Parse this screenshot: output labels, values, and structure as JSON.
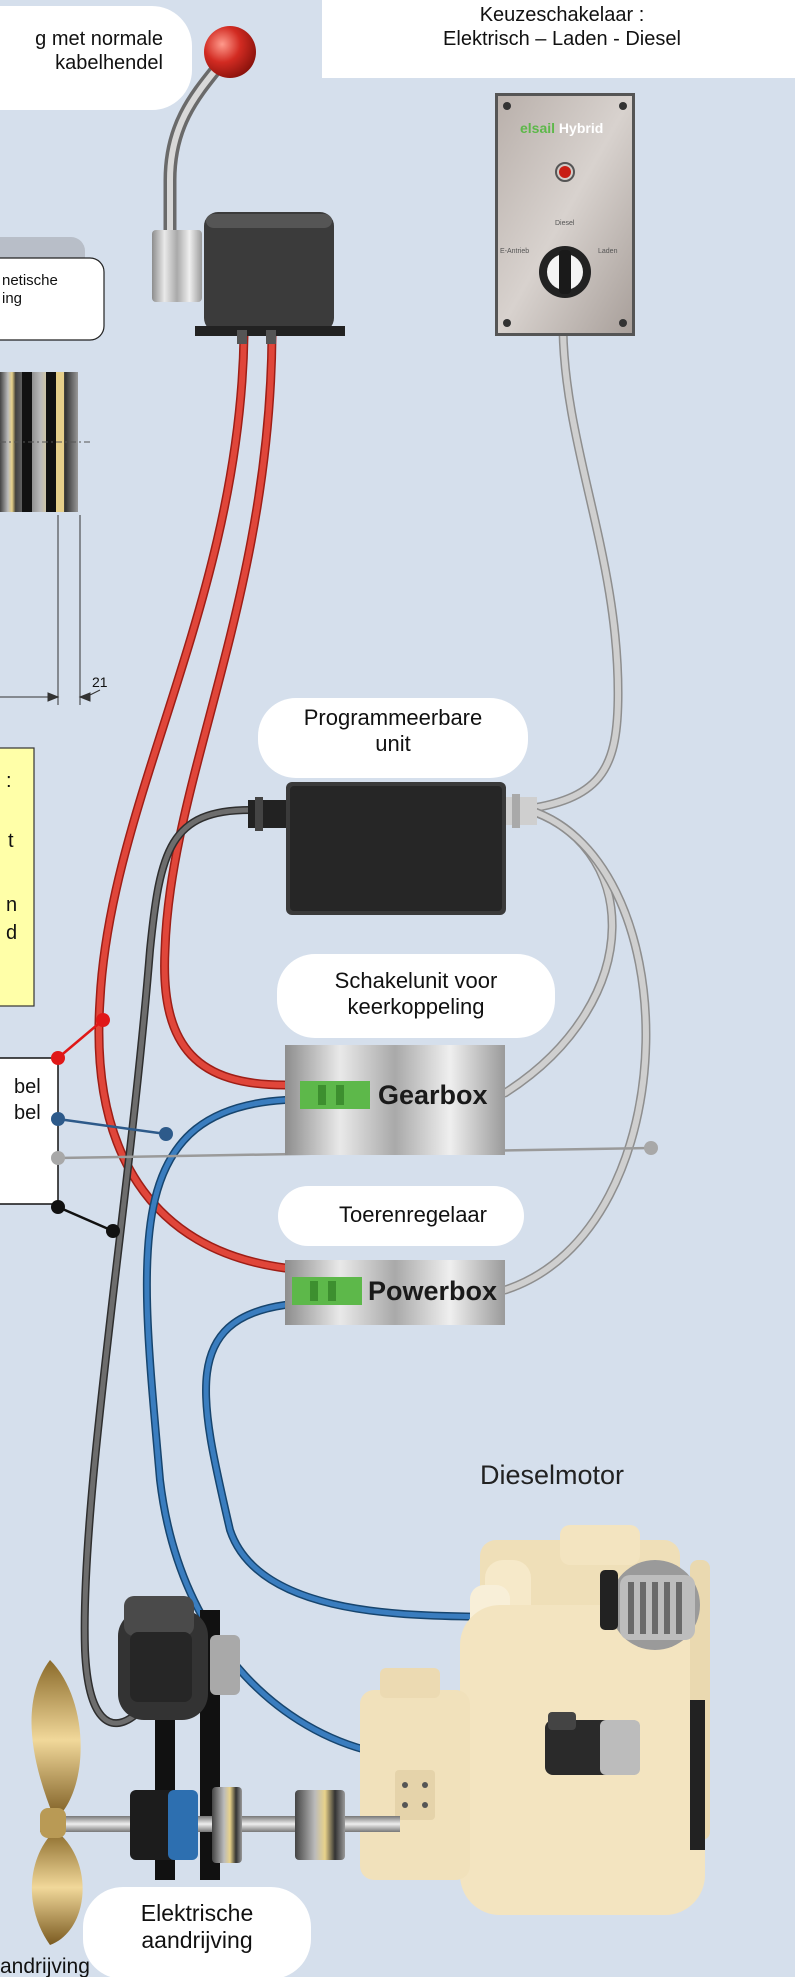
{
  "labels": {
    "lever_line1": "g met normale",
    "lever_line2": "kabelhendel",
    "selector_line1": "Keuzeschakelaar :",
    "selector_line2": "Elektrisch – Laden - Diesel",
    "magnetic_line1": "netische",
    "magnetic_line2": "ing",
    "dimension_value": "21",
    "yellow_marks": [
      ":",
      "t",
      "n",
      "d"
    ],
    "left_box_lines": [
      "bel",
      "bel"
    ],
    "prog_line1": "Programmeerbare",
    "prog_line2": "unit",
    "schakel_line1": "Schakelunit voor",
    "schakel_line2": "keerkoppeling",
    "toeren": "Toerenregelaar",
    "gearbox": "Gearbox",
    "powerbox": "Powerbox",
    "dieselmotor": "Dieselmotor",
    "elektrische_line1": "Elektrische",
    "elektrische_line2": "aandrijving",
    "bottom_cut": "andrijving"
  },
  "switch_plate": {
    "brand": "elsail",
    "model": "Hybrid",
    "pos_left": "E-Antrieb",
    "pos_top": "Diesel",
    "pos_right": "Laden"
  },
  "colors": {
    "background": "#d5dfec",
    "red_cable": "#d9392e",
    "blue_cable": "#2f6fa8",
    "gray_cable": "#bdbdbd",
    "dark_cable": "#4a4a4a",
    "steel_box": "#c8c8c8",
    "green_logo": "#5db84a",
    "engine_cream": "#f5e8c8",
    "knob_red": "#d22b22",
    "note_yellow": "#ffffa8"
  }
}
